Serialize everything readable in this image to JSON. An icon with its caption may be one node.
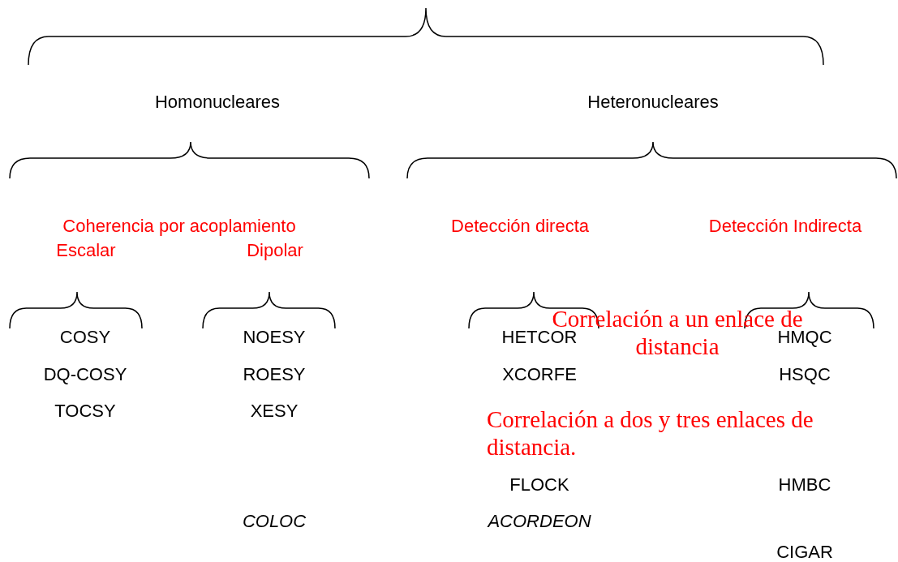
{
  "diagram": {
    "labels": [
      "Homonucleares",
      "Heteronucleares",
      "Coherencia por acoplamiento",
      "Detección directa",
      "Detección Indirecta",
      "Escalar",
      "Dipolar",
      "COSY",
      "NOESY",
      "HETCOR",
      "Correlación a un enlace de distancia",
      "HMQC",
      "DQ-COSY",
      "ROESY",
      "XCORFE",
      "HSQC",
      "TOCSY",
      "XESY",
      "Correlación a dos y tres enlaces de distancia.",
      "FLOCK",
      "HMBC",
      "COLOC",
      "ACORDEON",
      "CIGAR"
    ]
  }
}
